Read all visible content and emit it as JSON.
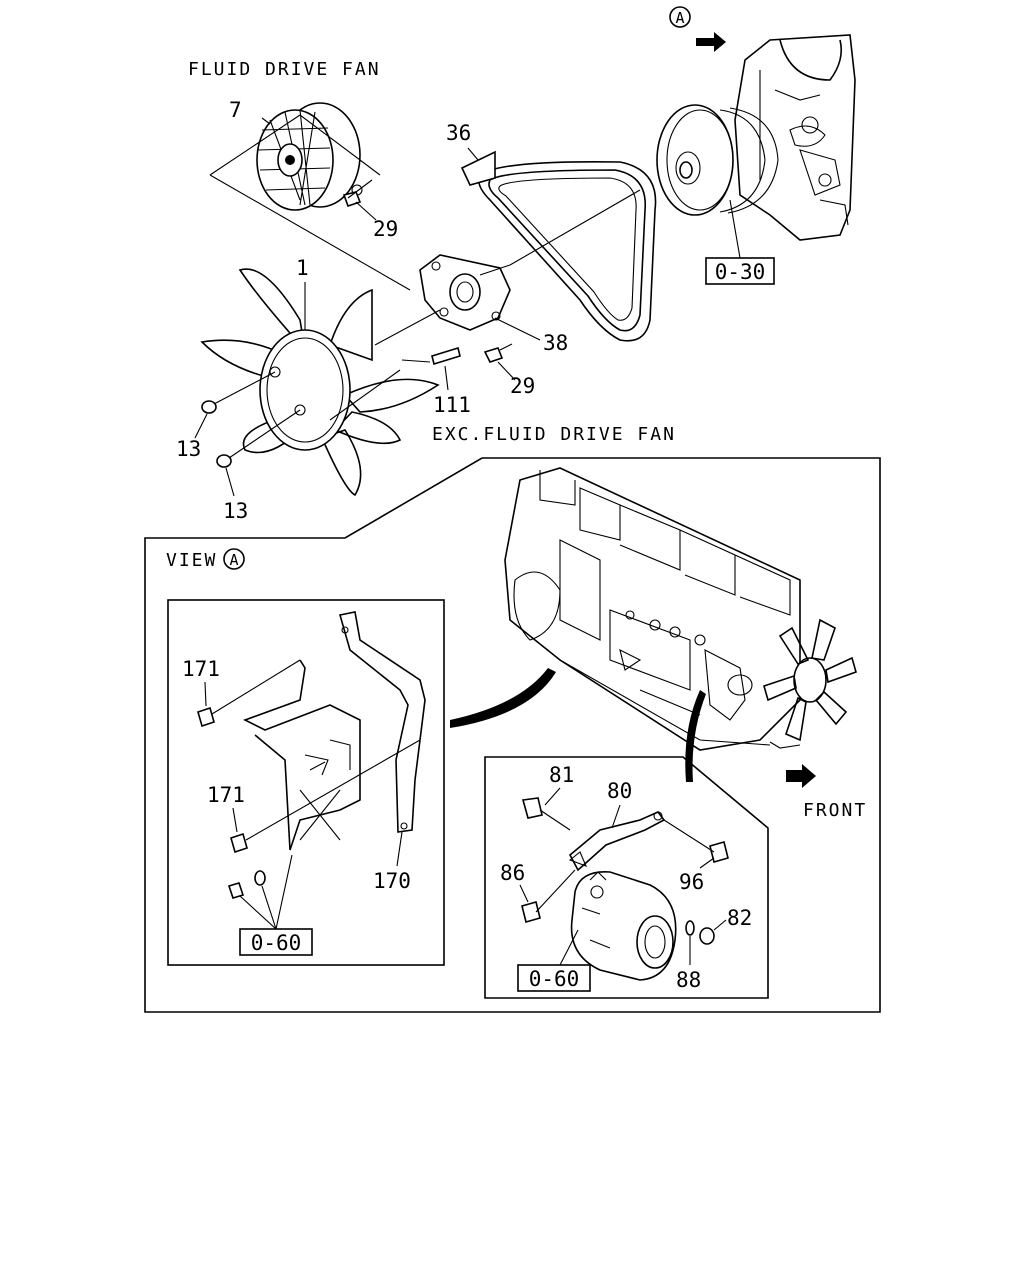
{
  "captions": {
    "fluid_drive_fan": "FLUID DRIVE FAN",
    "exc_fluid_drive_fan": "EXC.FLUID DRIVE FAN",
    "view": "VIEW",
    "front": "FRONT"
  },
  "view_marker": "A",
  "parts": {
    "p7": "7",
    "p29a": "29",
    "p36": "36",
    "p1": "1",
    "p38": "38",
    "p29b": "29",
    "p111": "111",
    "p13a": "13",
    "p13b": "13",
    "p171a": "171",
    "p171b": "171",
    "p170": "170",
    "p81": "81",
    "p80": "80",
    "p86": "86",
    "p96": "96",
    "p82": "82",
    "p88": "88"
  },
  "references": {
    "r030": "0-30",
    "r060a": "0-60",
    "r060b": "0-60"
  }
}
